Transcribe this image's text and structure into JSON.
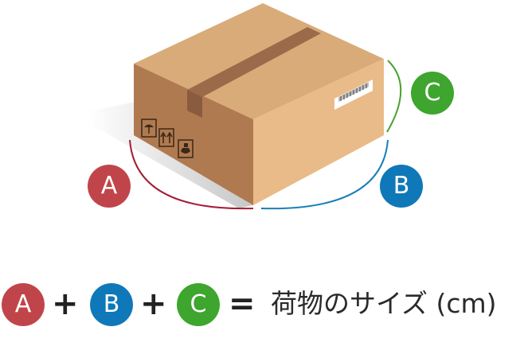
{
  "labels": {
    "a": {
      "text": "A",
      "color": "#c0454a"
    },
    "b": {
      "text": "B",
      "color": "#0f78b8"
    },
    "c": {
      "text": "C",
      "color": "#3ea52e"
    }
  },
  "formula": {
    "plus": "+",
    "equals": "=",
    "result": "荷物のサイズ (cm)"
  },
  "colors": {
    "box_top": "#d8ab79",
    "box_left": "#b07a50",
    "box_right": "#e9bb88",
    "tape": "#9b6a4a",
    "arc_a": "#a31f36",
    "arc_b": "#1a7fb5",
    "arc_c": "#4aa22f"
  },
  "icons": [
    "umbrella-icon",
    "this-side-up-icon",
    "handle-with-care-icon",
    "barcode-label-icon"
  ]
}
